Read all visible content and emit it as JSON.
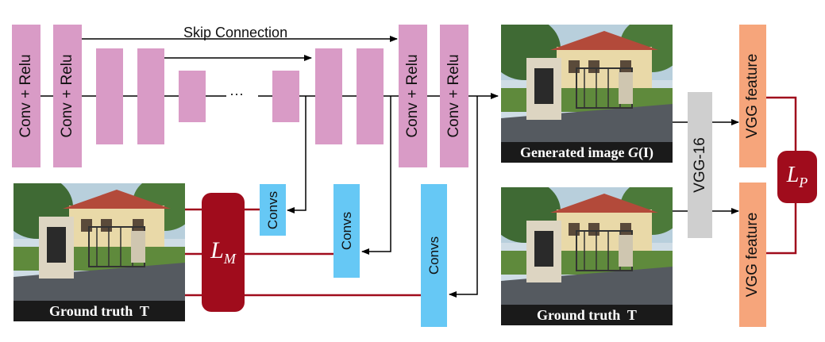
{
  "skip_label": "Skip Connection",
  "ellipsis": "···",
  "encoder": {
    "conv1": "Conv + Relu",
    "conv2": "Conv + Relu"
  },
  "decoder": {
    "conv1": "Conv + Relu",
    "conv2": "Conv + Relu"
  },
  "side_convs": {
    "a": "Convs",
    "b": "Convs",
    "c": "Convs"
  },
  "vgg16_label": "VGG-16",
  "vgg_feature_top": "VGG feature",
  "vgg_feature_bottom": "VGG feature",
  "loss_m": {
    "main": "L",
    "sub": "M"
  },
  "loss_p": {
    "main": "L",
    "sub": "P"
  },
  "captions": {
    "generated_prefix": "Generated image ",
    "generated_func": "G",
    "generated_suffix": "(I)",
    "ground_truth_left": "Ground truth  T",
    "ground_truth_right": "Ground truth  T"
  },
  "colors": {
    "conv": "#d99bc6",
    "side_convs": "#66c8f5",
    "vgg_feature": "#f6a57b",
    "vgg16": "#cfcfcf",
    "loss": "#a00c1c",
    "loss_lines": "#a00c1c"
  }
}
